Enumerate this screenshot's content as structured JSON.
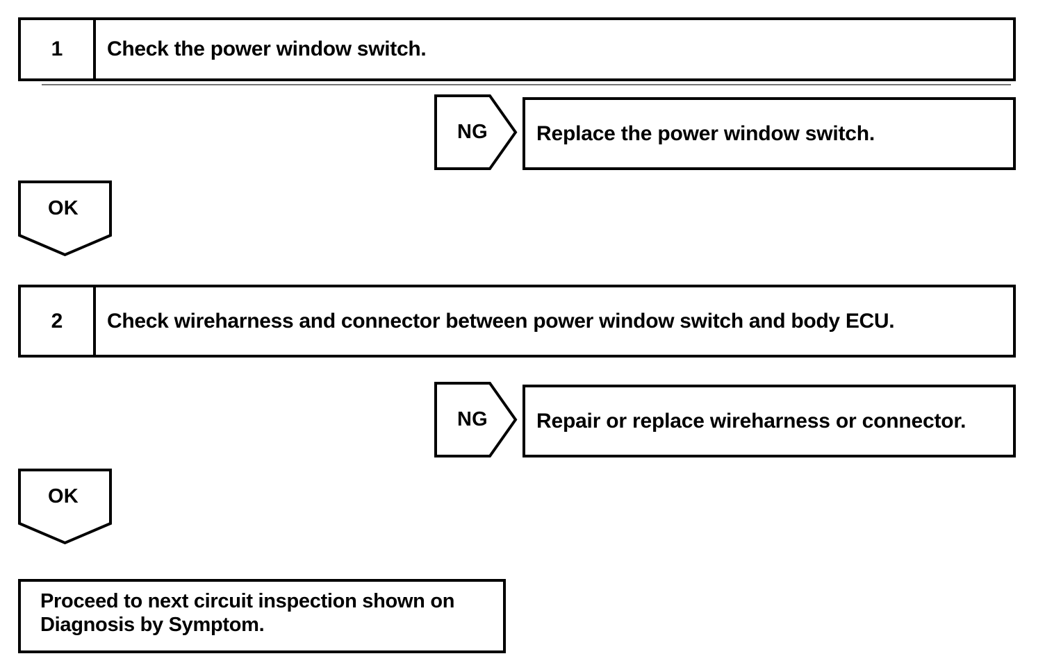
{
  "document": {
    "type": "troubleshooting-flowchart",
    "background_color": "#ffffff",
    "line_color": "#000000"
  },
  "steps": [
    {
      "number": "1",
      "text": "Check the power window switch."
    },
    {
      "number": "2",
      "text": "Check wireharness and connector between power window switch and body ECU."
    }
  ],
  "branches": {
    "ng_label_1": "NG",
    "ng_label_2": "NG",
    "ok_label_1": "OK",
    "ok_label_2": "OK"
  },
  "outcomes": [
    {
      "text": "Replace the power window switch."
    },
    {
      "text": "Repair or replace wireharness or connector."
    }
  ],
  "final": {
    "text": "Proceed to next circuit inspection shown on\nDiagnosis by Symptom."
  }
}
